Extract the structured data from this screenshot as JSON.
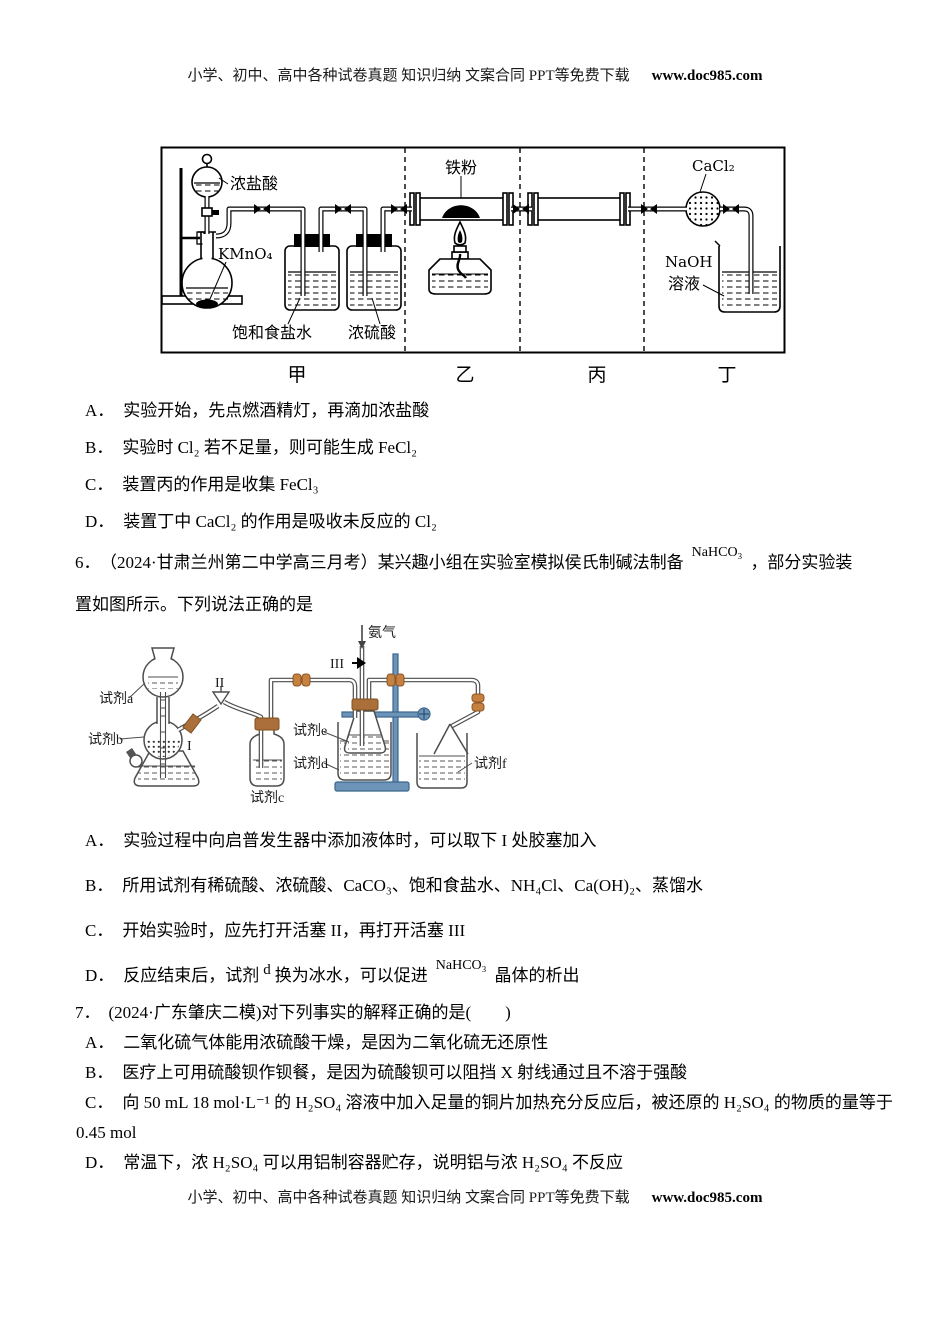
{
  "header": {
    "text": "小学、初中、高中各种试卷真题 知识归纳 文案合同 PPT等免费下载",
    "url": "www.doc985.com"
  },
  "footer": {
    "text": "小学、初中、高中各种试卷真题 知识归纳 文案合同 PPT等免费下载",
    "url": "www.doc985.com"
  },
  "q5": {
    "diagram": {
      "labels": {
        "hcl": "浓盐酸",
        "kmno4": "KMnO₄",
        "brine": "饱和食盐水",
        "h2so4": "浓硫酸",
        "iron": "铁粉",
        "cacl2": "CaCl₂",
        "naoh": "NaOH",
        "solution": "溶液",
        "jia": "甲",
        "yi": "乙",
        "bing": "丙",
        "ding": "丁"
      }
    },
    "options": [
      {
        "label": "A．",
        "text": "实验开始，先点燃酒精灯，再滴加浓盐酸"
      },
      {
        "label": "B．",
        "text": "实验时 Cl₂ 若不足量，则可能生成 FeCl₂"
      },
      {
        "label": "C．",
        "text": "装置丙的作用是收集 FeCl₃"
      },
      {
        "label": "D．",
        "text": "装置丁中 CaCl₂ 的作用是吸收未反应的 Cl₂"
      }
    ]
  },
  "q6": {
    "number": "6．",
    "stem_before": "（2024·甘肃兰州第二中学高三月考）某兴趣小组在实验室模拟侯氏制碱法制备",
    "formula": "NaHCO₃",
    "stem_after": "，部分实验装",
    "stem_line2": "置如图所示。下列说法正确的是",
    "diagram": {
      "labels": {
        "ammonia": "氨气",
        "valve3": "III",
        "valve2": "II",
        "plug1": "I",
        "ra": "试剂a",
        "rb": "试剂b",
        "rc": "试剂c",
        "rd": "试剂d",
        "re": "试剂e",
        "rf": "试剂f"
      }
    },
    "options": [
      {
        "label": "A．",
        "text": "实验过程中向启普发生器中添加液体时，可以取下 I 处胶塞加入"
      },
      {
        "label": "B．",
        "text": "所用试剂有稀硫酸、浓硫酸、CaCO₃、饱和食盐水、NH₄Cl、Ca(OH)₂、蒸馏水"
      },
      {
        "label": "C．",
        "text": "开始实验时，应先打开活塞 II，再打开活塞 III"
      },
      {
        "label": "D．",
        "before": "反应结束后，试剂",
        "sup_d": "d",
        "mid": "换为冰水，可以促进",
        "formula": "NaHCO₃",
        "after": "晶体的析出"
      }
    ]
  },
  "q7": {
    "number": "7．",
    "stem": "(2024·广东肇庆二模)对下列事实的解释正确的是(　　)",
    "options": [
      {
        "label": "A．",
        "text": "二氧化硫气体能用浓硫酸干燥，是因为二氧化硫无还原性"
      },
      {
        "label": "B．",
        "text": "医疗上可用硫酸钡作钡餐，是因为硫酸钡可以阻挡 X 射线通过且不溶于强酸"
      },
      {
        "label": "C．",
        "text": "向 50 mL 18 mol·L⁻¹ 的 H₂SO₄ 溶液中加入足量的铜片加热充分反应后，被还原的 H₂SO₄ 的物质的量等于",
        "text2": "0.45 mol"
      },
      {
        "label": "D．",
        "text": "常温下，浓 H₂SO₄ 可以用铝制容器贮存，说明铝与浓 H₂SO₄ 不反应"
      }
    ]
  }
}
